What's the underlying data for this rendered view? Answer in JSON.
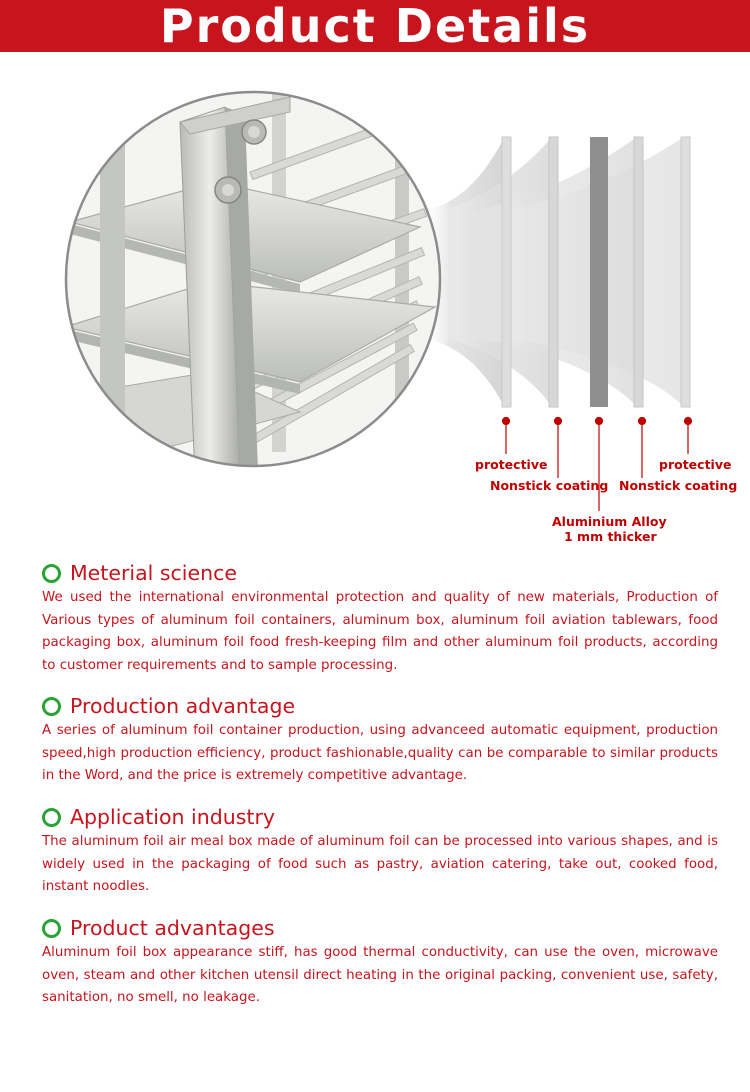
{
  "header": {
    "title": "Product Details"
  },
  "diagram": {
    "labels": {
      "protective_left": "protective",
      "nonstick_left": "Nonstick coating",
      "alloy_line1": "Aluminium Alloy",
      "alloy_line2": "1 mm thicker",
      "nonstick_right": "Nonstick coating",
      "protective_right": "protective"
    },
    "colors": {
      "accent": "#c8141c",
      "icon_ring": "#29a334",
      "layer": "#dcdcdc",
      "core": "#8f8f8f"
    }
  },
  "sections": [
    {
      "title": "Meterial science",
      "body": "We used the international environmental protection and quality of new materials, Production of Various types of aluminum foil containers, aluminum box, aluminum foil aviation tablewars, food packaging box, aluminum foil food fresh-keeping film and other aluminum foil products, according to customer requirements and to sample processing."
    },
    {
      "title": "Production advantage",
      "body": "A series of aluminum foil container production, using advanceed automatic equipment, production speed,high production efficiency, product fashionable,quality can be comparable to similar products in the Word, and the price is extremely competitive advantage."
    },
    {
      "title": "Application industry",
      "body": "The aluminum foil air meal box made of aluminum foil can be processed into various shapes, and is widely used in the packaging of food such as pastry, aviation catering, take out, cooked food, instant noodles."
    },
    {
      "title": "Product advantages",
      "body": "Aluminum foil box appearance stiff, has good thermal conductivity, can use the oven, microwave oven, steam and other kitchen utensil direct heating in the original packing, convenient use, safety, sanitation, no smell, no leakage."
    }
  ]
}
